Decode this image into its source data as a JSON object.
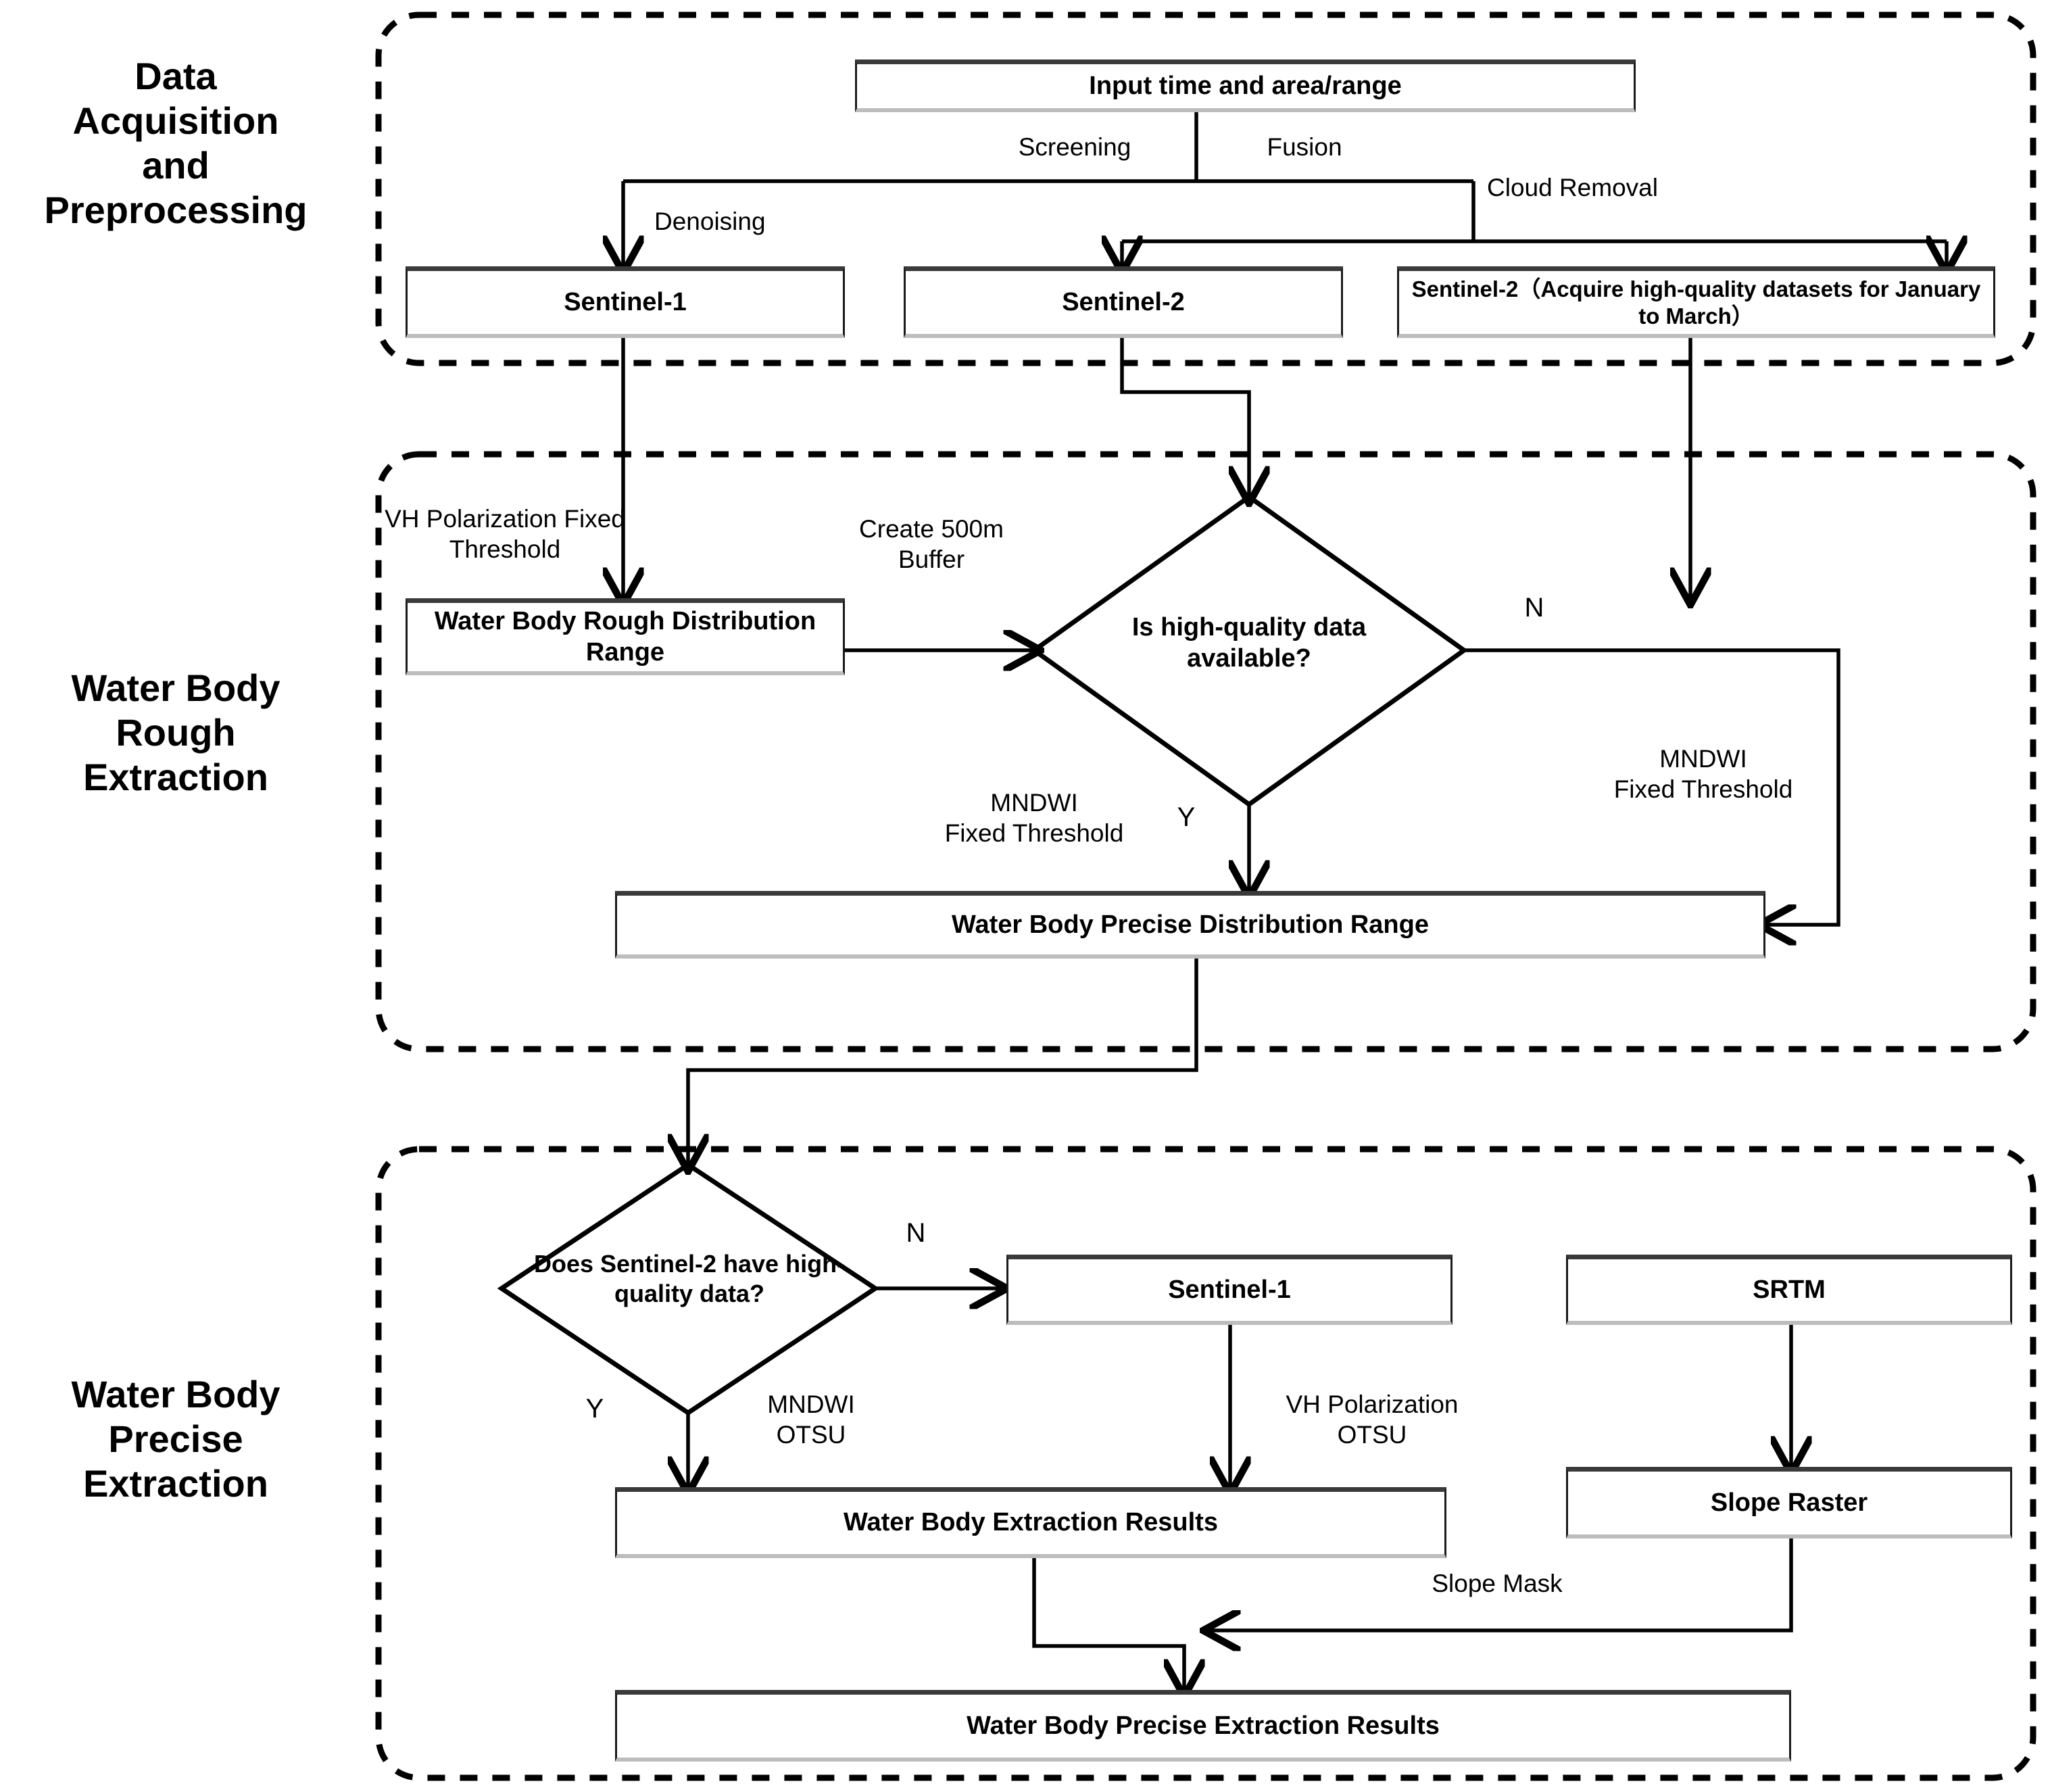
{
  "diagram": {
    "type": "flowchart",
    "title": "Water body extraction workflow",
    "sections": [
      {
        "id": "data-acquisition",
        "label": "Data\nAcquisition\nand\nPreprocessing"
      },
      {
        "id": "rough-extraction",
        "label": "Water Body\nRough\nExtraction"
      },
      {
        "id": "precise-extraction",
        "label": "Water Body\nPrecise\nExtraction"
      }
    ],
    "nodes": [
      {
        "id": "input",
        "shape": "box",
        "label": "Input time and area/range"
      },
      {
        "id": "sentinel1-a",
        "shape": "box",
        "label": "Sentinel-1"
      },
      {
        "id": "sentinel2-a",
        "shape": "box",
        "label": "Sentinel-2"
      },
      {
        "id": "sentinel2-hq",
        "shape": "box",
        "label": "Sentinel-2（Acquire high-quality datasets for January to March）"
      },
      {
        "id": "rough-range",
        "shape": "box",
        "label": "Water Body Rough Distribution Range"
      },
      {
        "id": "decision-hq",
        "shape": "diamond",
        "label": "Is high-quality data available?"
      },
      {
        "id": "precise-range",
        "shape": "box",
        "label": "Water Body Precise Distribution Range"
      },
      {
        "id": "decision-s2",
        "shape": "diamond",
        "label": "Does Sentinel-2 have high-quality data?"
      },
      {
        "id": "sentinel1-b",
        "shape": "box",
        "label": "Sentinel-1"
      },
      {
        "id": "srtm",
        "shape": "box",
        "label": "SRTM"
      },
      {
        "id": "slope-raster",
        "shape": "box",
        "label": "Slope Raster"
      },
      {
        "id": "extraction-results",
        "shape": "box",
        "label": "Water Body Extraction Results"
      },
      {
        "id": "precise-results",
        "shape": "box",
        "label": "Water Body Precise Extraction Results"
      }
    ],
    "edge_labels": [
      {
        "id": "screening",
        "text": "Screening"
      },
      {
        "id": "fusion",
        "text": "Fusion"
      },
      {
        "id": "cloud-removal",
        "text": "Cloud Removal"
      },
      {
        "id": "denoising",
        "text": "Denoising"
      },
      {
        "id": "vh-fixed-threshold",
        "text": "VH Polarization Fixed\nThreshold"
      },
      {
        "id": "create-buffer",
        "text": "Create  500m\nBuffer"
      },
      {
        "id": "mndwi-fixed-threshold-left",
        "text": "MNDWI\nFixed Threshold"
      },
      {
        "id": "mndwi-fixed-threshold-right",
        "text": "MNDWI\nFixed Threshold"
      },
      {
        "id": "branch-n-upper",
        "text": "N"
      },
      {
        "id": "branch-y-upper",
        "text": "Y"
      },
      {
        "id": "branch-n-lower",
        "text": "N"
      },
      {
        "id": "branch-y-lower",
        "text": "Y"
      },
      {
        "id": "mndwi-otsu",
        "text": "MNDWI\nOTSU"
      },
      {
        "id": "vh-otsu",
        "text": "VH Polarization\nOTSU"
      },
      {
        "id": "slope-mask",
        "text": "Slope Mask"
      }
    ],
    "colors": {
      "stroke": "#000000",
      "box_fill": "#ffffff",
      "box_border": "#1a1a1a",
      "box_top_shadow": "#3a3a3a",
      "box_bottom_shadow": "#bdbdbd",
      "background": "#ffffff"
    }
  }
}
